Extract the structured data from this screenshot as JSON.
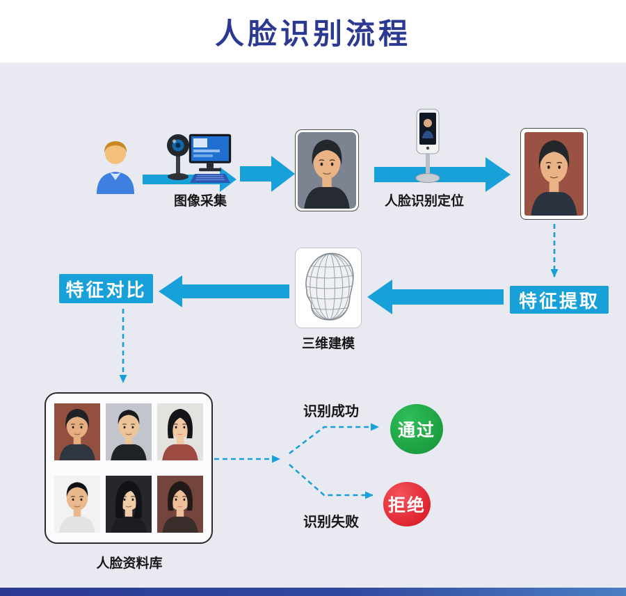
{
  "title": "人脸识别流程",
  "colors": {
    "title_blue": "#2b3990",
    "accent_blue": "#18a0d8",
    "background": "#e9e9f1",
    "success_green": "#17a83b",
    "reject_red": "#e5212e"
  },
  "labels": {
    "image_capture": "图像采集",
    "face_detection": "人脸识别定位",
    "modeling_3d": "三维建模",
    "feature_extraction": "特征提取",
    "feature_comparison": "特征对比",
    "face_database": "人脸资料库",
    "recognition_success": "识别成功",
    "recognition_failure": "识别失败",
    "pass": "通过",
    "reject": "拒绝"
  },
  "icons": [
    "person-icon",
    "webcam-icon",
    "monitor-icon",
    "face-terminal-icon",
    "wireframe-head-icon",
    "pass-badge",
    "reject-badge"
  ],
  "photos": {
    "captured": {
      "desc": "man facing camera, grey background",
      "style": "short",
      "bg": "#7c8391",
      "skin": "#eab386",
      "hair": "#23262b",
      "shirt": "#262b33"
    },
    "detected": {
      "desc": "man facing camera, brick wall background",
      "style": "short",
      "bg": "#9a5242",
      "skin": "#eab386",
      "hair": "#23262b",
      "shirt": "#2c3340"
    },
    "database": [
      {
        "desc": "man, brick background",
        "style": "short",
        "bg": "#94503e",
        "skin": "#e6ad80",
        "hair": "#1e2126",
        "shirt": "#30363f"
      },
      {
        "desc": "young man, grey background",
        "style": "crop",
        "bg": "#c2c6cc",
        "skin": "#ecc49a",
        "hair": "#17191d",
        "shirt": "#1f2227"
      },
      {
        "desc": "woman with short bob, light background",
        "style": "bob",
        "bg": "#e4e2df",
        "skin": "#f0c9a4",
        "hair": "#141518",
        "shirt": "#9c4a42",
        "lips": true
      },
      {
        "desc": "man, white background",
        "style": "crop",
        "bg": "#f2f2f2",
        "skin": "#e9b88c",
        "hair": "#101216",
        "shirt": "#e3e3e1"
      },
      {
        "desc": "young man with long fringe, dark background",
        "style": "long",
        "bg": "#26262c",
        "skin": "#f0cda9",
        "hair": "#121316",
        "shirt": "#1b1d22"
      },
      {
        "desc": "woman, dark red background",
        "style": "bob",
        "bg": "#74453c",
        "skin": "#eec09a",
        "hair": "#221a18",
        "shirt": "#3a2e2c",
        "lips": true
      }
    ]
  }
}
